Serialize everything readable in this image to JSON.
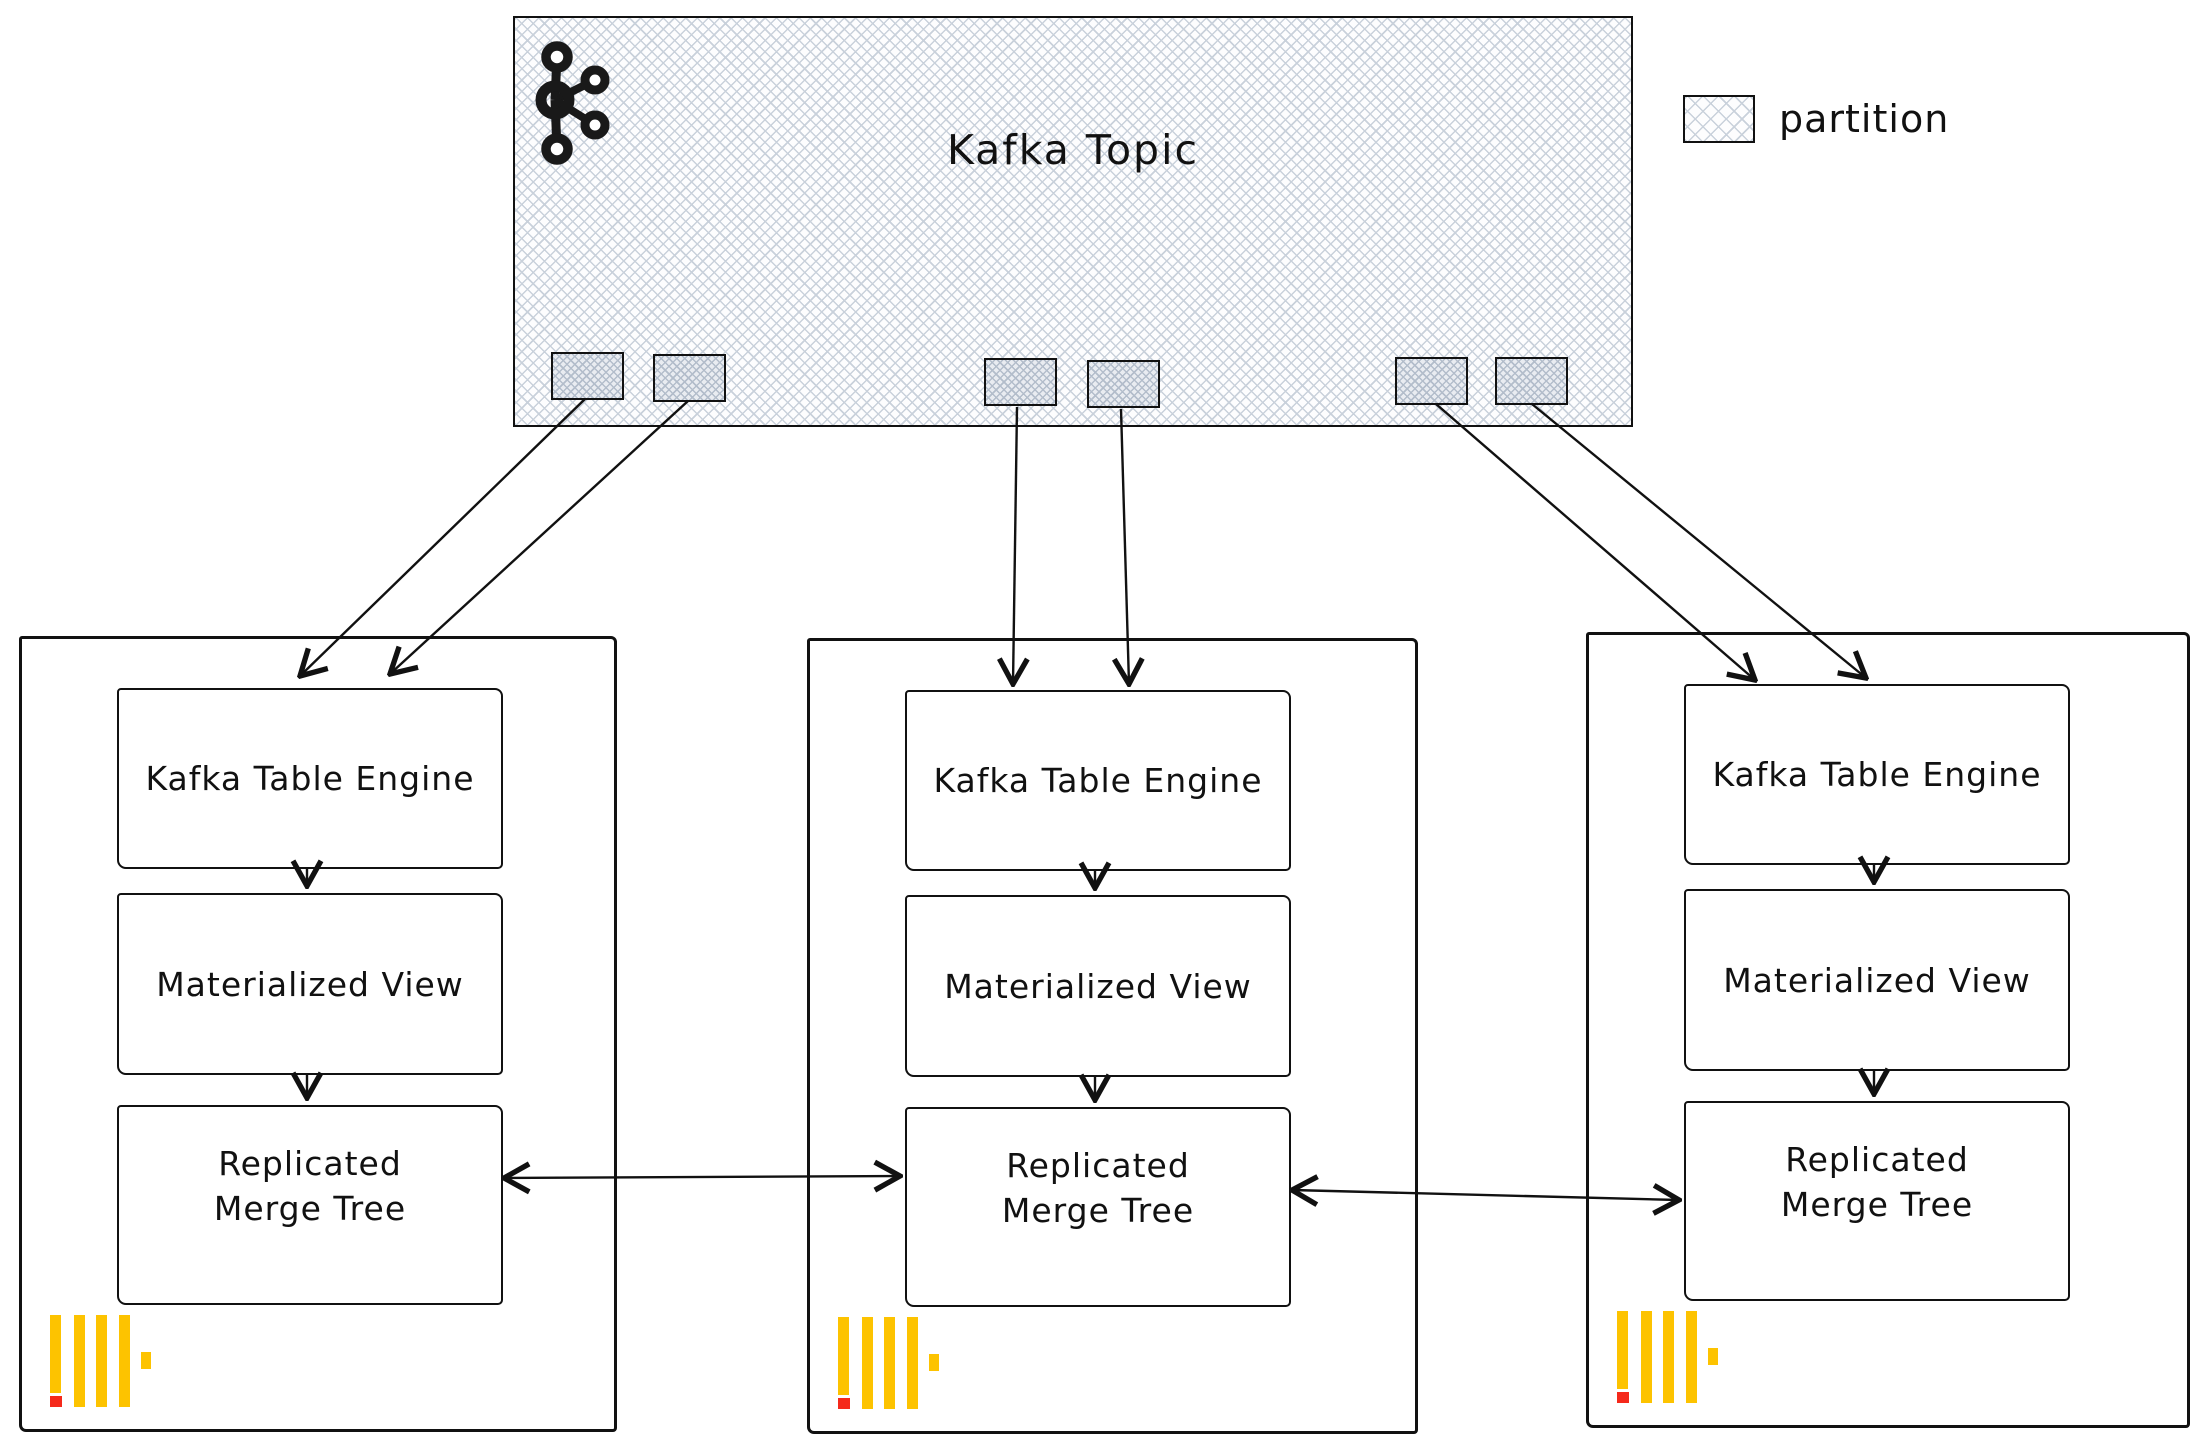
{
  "colors": {
    "ink": "#111111",
    "paper": "#ffffff",
    "hatch_line": "#c9d1db",
    "hatch_dense_line": "#b3bdcb",
    "clickhouse_yellow": "#fdc300",
    "clickhouse_red": "#f5291b"
  },
  "kafka_topic": {
    "title": "Kafka Topic",
    "logo_icon": "kafka-logo",
    "partition_count": 6
  },
  "legend": {
    "swatch_icon": "partition-swatch",
    "label": "partition"
  },
  "nodes": [
    {
      "id": "clickhouse-replica-1",
      "logo_icon": "clickhouse-logo",
      "kafka_table_engine": "Kafka Table Engine",
      "materialized_view": "Materialized View",
      "replicated_merge_tree_line1": "Replicated",
      "replicated_merge_tree_line2": "Merge Tree"
    },
    {
      "id": "clickhouse-replica-2",
      "logo_icon": "clickhouse-logo",
      "kafka_table_engine": "Kafka Table Engine",
      "materialized_view": "Materialized View",
      "replicated_merge_tree_line1": "Replicated",
      "replicated_merge_tree_line2": "Merge Tree"
    },
    {
      "id": "clickhouse-replica-3",
      "logo_icon": "clickhouse-logo",
      "kafka_table_engine": "Kafka Table Engine",
      "materialized_view": "Materialized View",
      "replicated_merge_tree_line1": "Replicated",
      "replicated_merge_tree_line2": "Merge Tree"
    }
  ],
  "connections": [
    "kafka partition -> kafka table engine",
    "kafka table engine -> materialized view",
    "materialized view -> replicated merge tree",
    "replicated merge tree <-> replicated merge tree"
  ]
}
